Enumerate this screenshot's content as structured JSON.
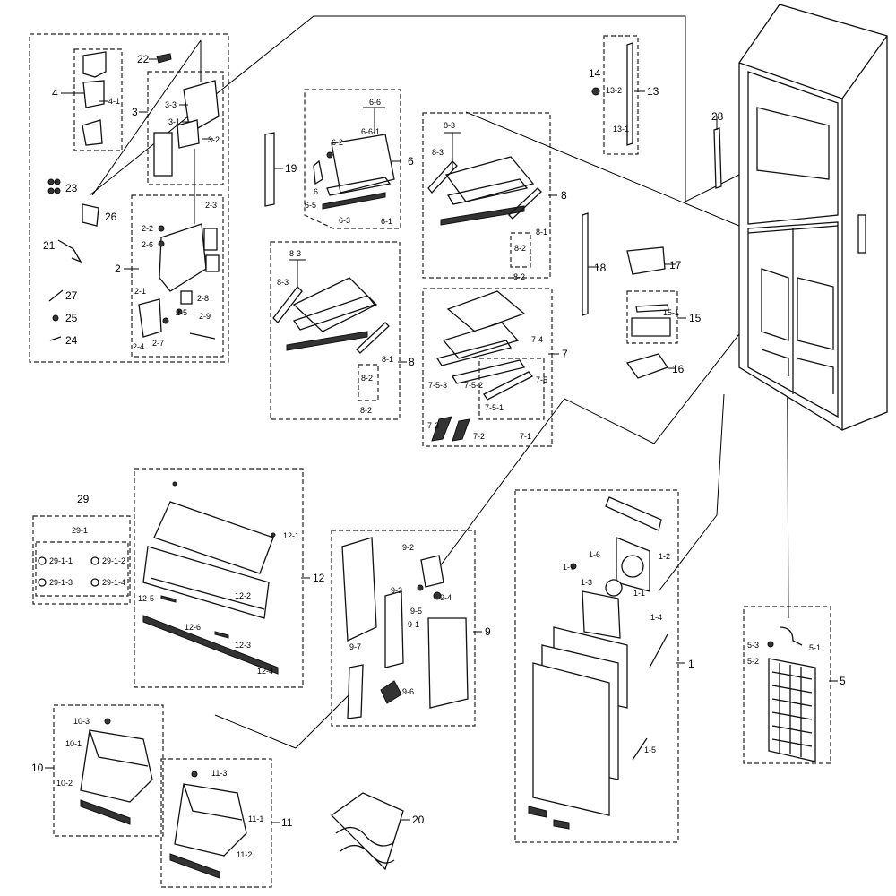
{
  "diagram": {
    "labels": {
      "l1": "1",
      "l1_1": "1-1",
      "l1_2": "1-2",
      "l1_3": "1-3",
      "l1_4": "1-4",
      "l1_5": "1-5",
      "l1_6": "1-6",
      "l1_7": "1-7",
      "l2": "2",
      "l2_1": "2-1",
      "l2_2": "2-2",
      "l2_3": "2-3",
      "l2_4": "2-4",
      "l2_5": "2-5",
      "l2_6": "2-6",
      "l2_7": "2-7",
      "l2_8": "2-8",
      "l2_9": "2-9",
      "l3": "3",
      "l3_1": "3-1",
      "l3_2": "3-2",
      "l3_3": "3-3",
      "l4": "4",
      "l4_1": "4-1",
      "l5": "5",
      "l5_1": "5-1",
      "l5_2": "5-2",
      "l5_3": "5-3",
      "l6": "6",
      "l6_1": "6-1",
      "l6_2": "6-2",
      "l6_3": "6-3",
      "l6_5": "6-5",
      "l6_6": "6-6",
      "l6_6_1": "6-6-1",
      "l7": "7",
      "l7_1": "7-1",
      "l7_2": "7-2",
      "l7_3": "7-3",
      "l7_4": "7-4",
      "l7_5": "7-5",
      "l7_5_1": "7-5-1",
      "l7_5_2": "7-5-2",
      "l7_5_3": "7-5-3",
      "l8a": "8",
      "l8a_1": "8-1",
      "l8a_2": "8-2",
      "l8a_3": "8-3",
      "l8a_3s": "8-3",
      "l8a_2s": "8-2",
      "l8b": "8",
      "l8b_1": "8-1",
      "l8b_2": "8-2",
      "l8b_3": "8-3",
      "l8b_3s": "8-3",
      "l8b_2s": "8-2",
      "l9": "9",
      "l9_1": "9-1",
      "l9_2": "9-2",
      "l9_3": "9-3",
      "l9_4": "9-4",
      "l9_5": "9-5",
      "l9_6": "9-6",
      "l9_7": "9-7",
      "l10": "10",
      "l10_1": "10-1",
      "l10_2": "10-2",
      "l10_3": "10-3",
      "l11": "11",
      "l11_1": "11-1",
      "l11_2": "11-2",
      "l11_3": "11-3",
      "l12": "12",
      "l12_1": "12-1",
      "l12_2": "12-2",
      "l12_3": "12-3",
      "l12_4": "12-4",
      "l12_5": "12-5",
      "l12_6": "12-6",
      "l13": "13",
      "l13_1": "13-1",
      "l13_2": "13-2",
      "l14": "14",
      "l15": "15",
      "l15_1": "15-1",
      "l16": "16",
      "l17": "17",
      "l18": "18",
      "l19": "19",
      "l20": "20",
      "l21": "21",
      "l22": "22",
      "l23": "23",
      "l24": "24",
      "l25": "25",
      "l26": "26",
      "l27": "27",
      "l28": "28",
      "l29": "29",
      "l29_1": "29-1",
      "l29_1_1": "29-1-1",
      "l29_1_2": "29-1-2",
      "l29_1_3": "29-1-3",
      "l29_1_4": "29-1-4"
    }
  }
}
